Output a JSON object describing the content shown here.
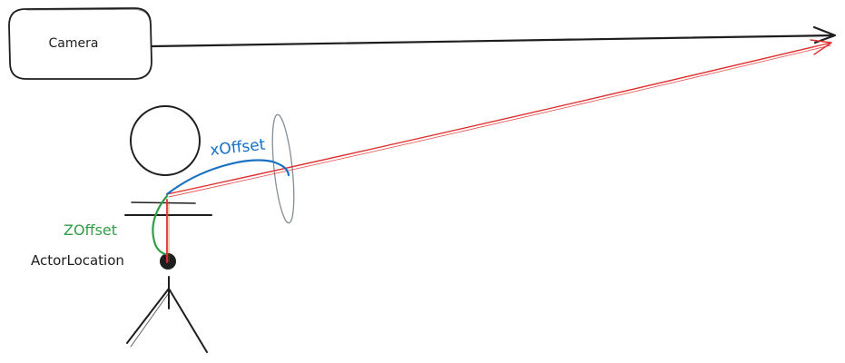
{
  "diagram": {
    "camera_label": "Camera",
    "x_offset_label": "xOffset",
    "z_offset_label": "ZOffset",
    "actor_location_label": "ActorLocation"
  },
  "colors": {
    "ink": "#1e1e1e",
    "red": "#e03131",
    "blue": "#1971c2",
    "green": "#2f9e44",
    "gray": "#868e96",
    "background": "#ffffff"
  }
}
